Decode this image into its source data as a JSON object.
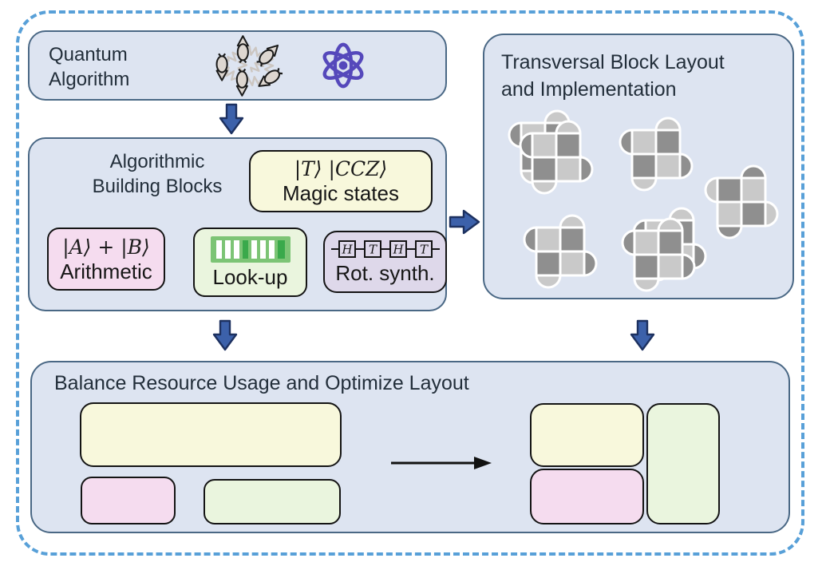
{
  "figure": {
    "quantum_box": {
      "line1": "Quantum",
      "line2": "Algorithm"
    },
    "building_box": {
      "line1": "Algorithmic",
      "line2": "Building Blocks",
      "magic": {
        "formula": "|T⟩ |CCZ⟩",
        "label": "Magic states"
      },
      "arithmetic": {
        "formula": "|A⟩ + |B⟩",
        "label": "Arithmetic"
      },
      "lookup": {
        "label": "Look-up"
      },
      "rot_synth": {
        "label": "Rot. synth.",
        "gates": [
          "H",
          "T",
          "H",
          "T"
        ]
      }
    },
    "transversal_box": {
      "line1": "Transversal Block Layout",
      "line2": "and Implementation"
    },
    "balance_box": {
      "title": "Balance Resource Usage and Optimize Layout"
    },
    "colors": {
      "panel_fill": "#dde4f1",
      "panel_border": "#4a6885",
      "dashed_border": "#58a0d8",
      "yellow": "#f8f8dc",
      "pink": "#f5dcef",
      "green": "#eaf5de",
      "purple": "#ded8ea",
      "arrow_blue": "#3c61aa",
      "arrow_outline": "#1d3160",
      "atom_purple": "#5548bb",
      "patch_light": "#c9c9c9",
      "patch_dark": "#8f8f8f",
      "barcode_green": "#7cc475",
      "barcode_dark": "#3aa94b"
    }
  }
}
